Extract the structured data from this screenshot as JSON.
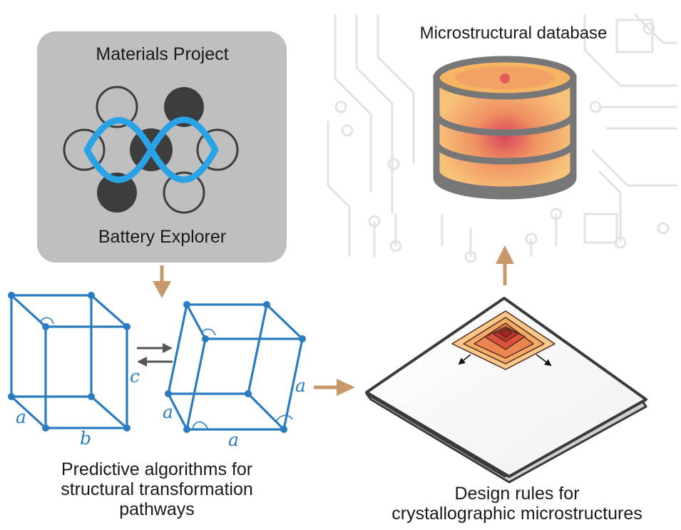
{
  "materials_project": {
    "title": "Materials Project",
    "subtitle": "Battery Explorer"
  },
  "database": {
    "title": "Microstructural database"
  },
  "algorithms": {
    "caption_lines": [
      "Predictive algorithms for",
      "structural transformation",
      "pathways"
    ],
    "left_cell_labels": {
      "a": "a",
      "b": "b",
      "c": "c"
    },
    "right_cell_labels": {
      "a1": "a",
      "a2": "a",
      "a3": "a"
    }
  },
  "design_rules": {
    "caption_lines": [
      "Design rules for",
      "crystallographic microstructures"
    ]
  },
  "colors": {
    "panel_gray": "#bfbfbf",
    "lattice_blue": "#2a7bc0",
    "arrow_tan": "#c8976a",
    "db_orange": "#f5b562",
    "db_core": "#d9465a",
    "logo_blue": "#2aa3e6"
  }
}
